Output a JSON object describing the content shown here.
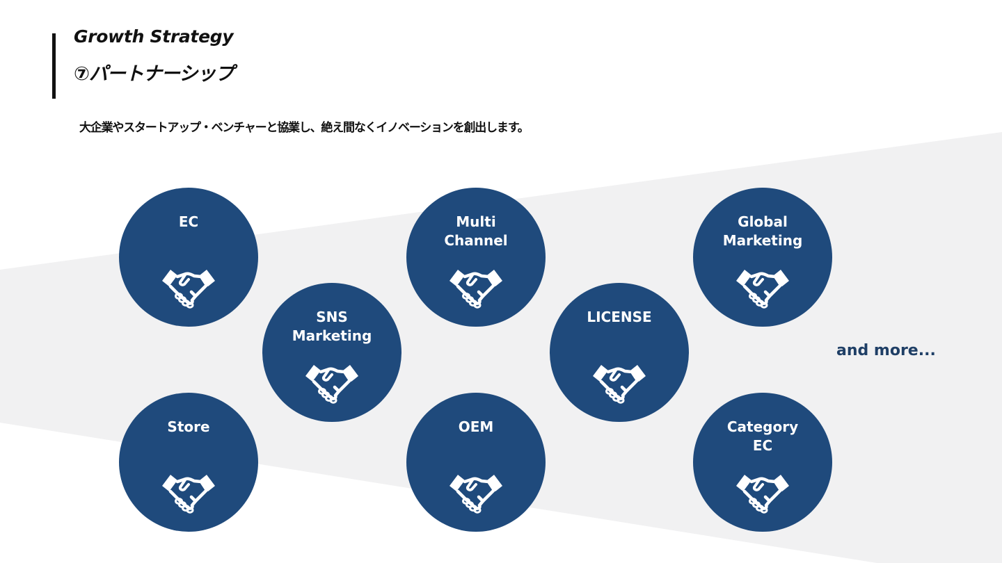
{
  "header": {
    "eyebrow": "Growth Strategy",
    "title": "⑦パートナーシップ"
  },
  "lead": "大企業やスタートアップ・ベンチャーと協業し、絶え間なくイノベーションを創出します。",
  "partners": [
    {
      "lines": [
        "EC"
      ],
      "icon": "handshake-icon"
    },
    {
      "lines": [
        "SNS",
        "Marketing"
      ],
      "icon": "handshake-icon"
    },
    {
      "lines": [
        "Store"
      ],
      "icon": "handshake-icon"
    },
    {
      "lines": [
        "Multi",
        "Channel"
      ],
      "icon": "handshake-icon"
    },
    {
      "lines": [
        "OEM"
      ],
      "icon": "handshake-icon"
    },
    {
      "lines": [
        "LICENSE"
      ],
      "icon": "handshake-icon"
    },
    {
      "lines": [
        "Global",
        "Marketing"
      ],
      "icon": "handshake-icon"
    },
    {
      "lines": [
        "Category",
        "EC"
      ],
      "icon": "handshake-icon"
    }
  ],
  "and_more": "and more...",
  "colors": {
    "circle": "#1f4a7c",
    "band": "#f1f1f2",
    "accent_text": "#1f3f66",
    "text": "#111111"
  }
}
